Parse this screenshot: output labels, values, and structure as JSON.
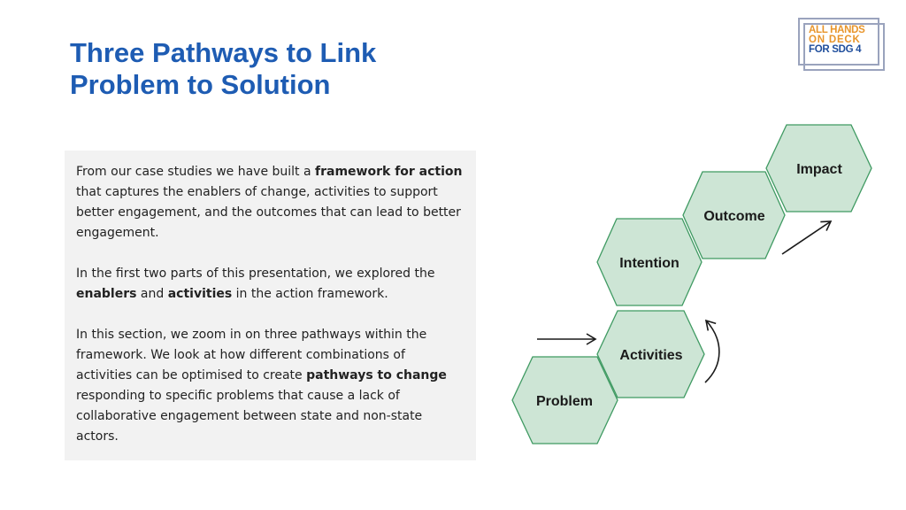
{
  "title": {
    "line1": "Three Pathways to Link",
    "line2": "Problem to Solution"
  },
  "logo": {
    "line1": "ALL HANDS",
    "line2": "ON DECK",
    "line3": "FOR SDG 4",
    "colors": {
      "orange": "#e8952b",
      "blue": "#1f4e9c",
      "frame": "#9aa3bd"
    }
  },
  "panel": {
    "p1": [
      {
        "text": "From our case studies we have built a ",
        "bold": false
      },
      {
        "text": "framework for action",
        "bold": true
      },
      {
        "text": " that captures the enablers of change, activities to support better engagement, and the outcomes that can lead to better engagement.",
        "bold": false
      }
    ],
    "p2": [
      {
        "text": "In the first two parts of this presentation, we explored the ",
        "bold": false
      },
      {
        "text": "enablers",
        "bold": true
      },
      {
        "text": " and ",
        "bold": false
      },
      {
        "text": "activities",
        "bold": true
      },
      {
        "text": " in the action framework.",
        "bold": false
      }
    ],
    "p3": [
      {
        "text": "In this section, we zoom in on three pathways within the framework. We look at how different combinations of activities can be optimised to create ",
        "bold": false
      },
      {
        "text": "pathways to change",
        "bold": true
      },
      {
        "text": " responding to specific problems that cause a lack of collaborative engagement between state and non-state actors.",
        "bold": false
      }
    ]
  },
  "diagram": {
    "hex_fill": "#cde5d5",
    "hex_stroke": "#3f9a62",
    "labels": {
      "impact": "Impact",
      "outcome": "Outcome",
      "intention": "Intention",
      "activities": "Activities",
      "problem": "Problem"
    }
  },
  "colors": {
    "title": "#1e5cb3",
    "panel_bg": "#f2f2f2"
  }
}
